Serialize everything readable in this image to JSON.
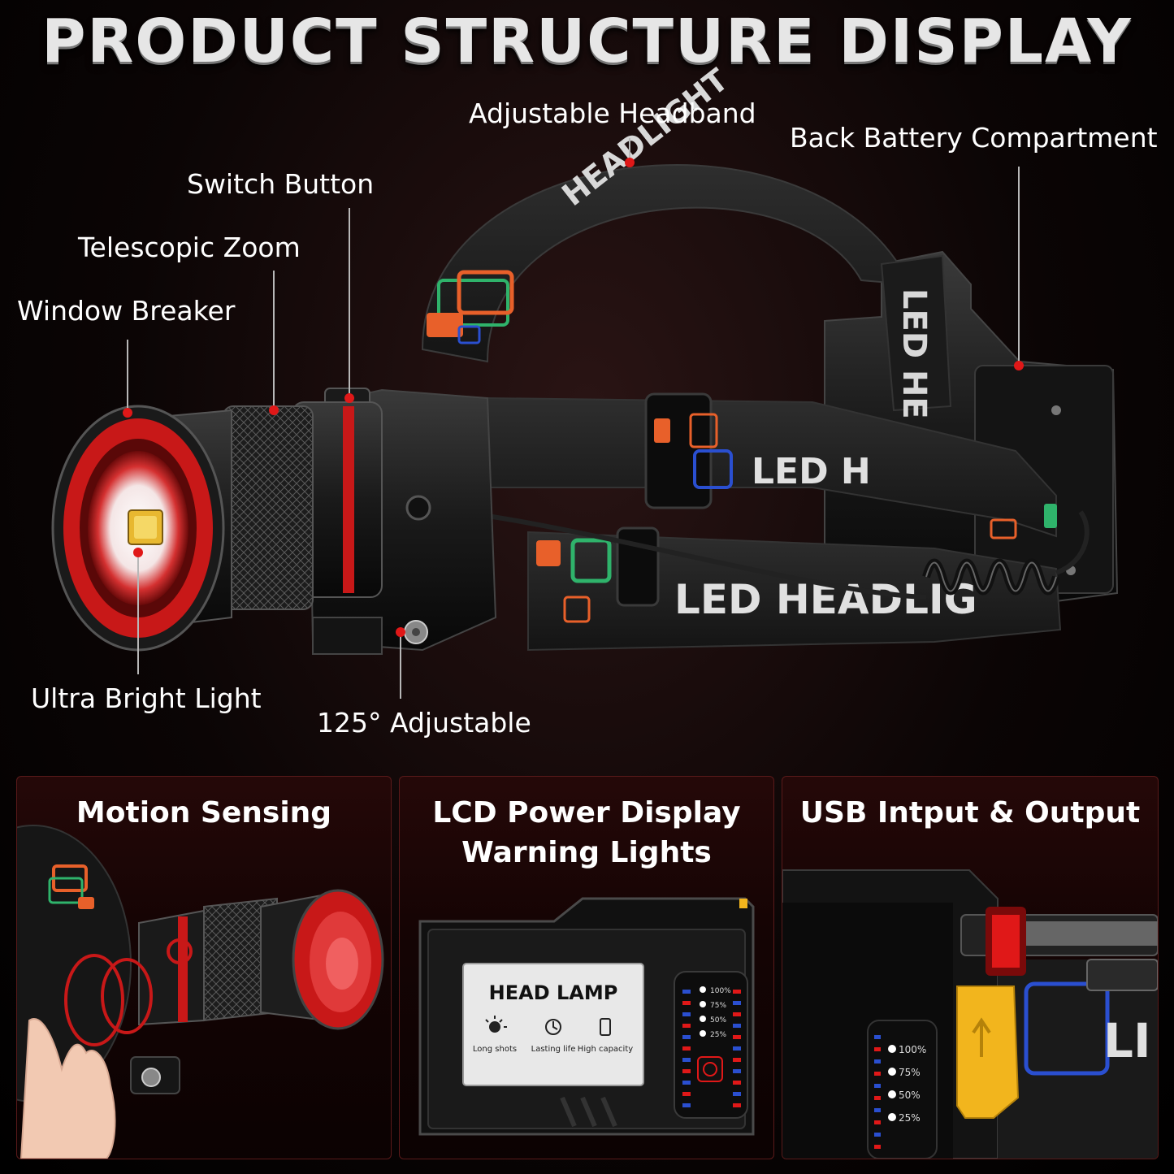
{
  "title": "PRODUCT STRUCTURE DISPLAY",
  "labels": {
    "adjustable_headband": "Adjustable Headband",
    "back_battery": "Back Battery Compartment",
    "switch_button": "Switch Button",
    "telescopic_zoom": "Telescopic Zoom",
    "window_breaker": "Window Breaker",
    "ultra_bright": "Ultra Bright Light",
    "adjustable_125": "125° Adjustable"
  },
  "band_text": {
    "headlight_top": "HEADLIGHT",
    "led_back": "LED HE",
    "led_mid": "LED H",
    "led_front": "LED HEADLIG"
  },
  "panels": {
    "motion": {
      "title": "Motion Sensing"
    },
    "lcd": {
      "title_line1": "LCD Power Display",
      "title_line2": "Warning Lights",
      "head_lamp": "HEAD LAMP",
      "features": [
        "Long shots",
        "Lasting life",
        "High capacity"
      ],
      "levels": [
        "100%",
        "75%",
        "50%",
        "25%"
      ]
    },
    "usb": {
      "title": "USB Intput & Output",
      "levels": [
        "100%",
        "75%",
        "50%",
        "25%"
      ],
      "band_text": "LI"
    }
  },
  "colors": {
    "accent_red": "#e01818",
    "band_orange": "#e8602a",
    "band_green": "#2fb36b",
    "band_blue": "#2a4fd0",
    "usb_yellow": "#f2b51d"
  }
}
